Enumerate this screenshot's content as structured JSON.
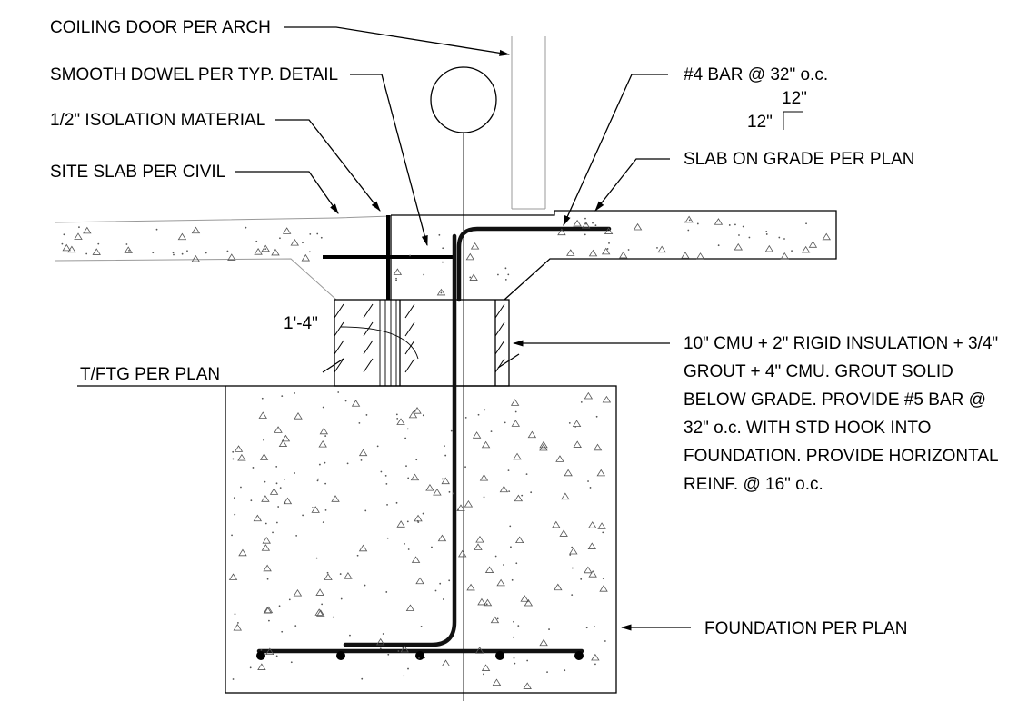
{
  "drawing": {
    "labels": {
      "coiling_door": "COILING DOOR PER ARCH",
      "smooth_dowel": "SMOOTH DOWEL PER TYP. DETAIL",
      "isolation": "1/2\" ISOLATION MATERIAL",
      "site_slab": "SITE SLAB PER CIVIL",
      "bar4": "#4 BAR @ 32\" o.c.",
      "slope_rise": "12\"",
      "slope_run": "12\"",
      "slab_on_grade": "SLAB ON GRADE PER PLAN",
      "dim_1_4": "1'-4\"",
      "tftg": "T/FTG PER PLAN",
      "cmu_note": [
        "10\" CMU + 2\" RIGID INSULATION + 3/4\"",
        "GROUT + 4\" CMU. GROUT SOLID",
        "BELOW GRADE. PROVIDE #5 BAR @",
        "32\" o.c. WITH STD HOOK INTO",
        "FOUNDATION. PROVIDE HORIZONTAL",
        "REINF. @ 16\" o.c."
      ],
      "foundation": "FOUNDATION PER PLAN"
    }
  }
}
